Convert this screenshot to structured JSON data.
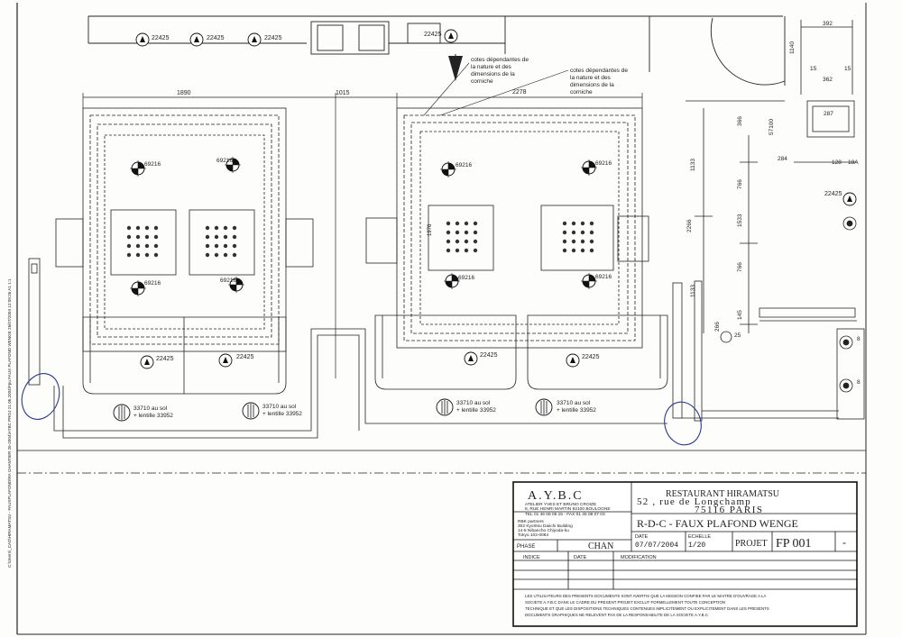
{
  "drawing": {
    "dims": {
      "d1890": "1890",
      "d2278": "2278",
      "d1015": "1015",
      "d392": "392",
      "d1140": "1140",
      "d15a": "15",
      "d15b": "15",
      "d362": "362",
      "d287": "287",
      "d366": "366",
      "d57100": "57100",
      "d284": "284",
      "d128": "128",
      "d18a": "18A",
      "d1133a": "1133",
      "d2266": "2266",
      "d1133b": "1133",
      "d766a": "766",
      "d1533": "1533",
      "d766b": "766",
      "d145": "145",
      "d25": "25",
      "d266": "266",
      "d1976": "1976",
      "d8a": "8",
      "d8b": "8"
    },
    "fixture_codes": {
      "light_22425": "22425",
      "light_69216": "69216",
      "floor_33710": "33710 au sol",
      "lentille_33952": "+ lentille 33952"
    },
    "notes": {
      "note_left_1": "cotes dépendantes de",
      "note_left_2": "la nature et des",
      "note_left_3": "dimensions de la",
      "note_left_4": "corniche",
      "note_right_1": "cotes dépendantes de",
      "note_right_2": "la nature et des",
      "note_right_3": "dimensions de la",
      "note_right_4": "corniche"
    },
    "file_path": "C:\\Users\\_CAD\\HIRAMATSU - FAUXPLAFOND\\RA CHANTIER 26-2004\\AYBC PROJ 21.06.2004\\Fpu FAUX PLAFOND WENGE 26/07/2004 12:09:26 A1 1:1"
  },
  "title_block": {
    "firm_name": "A.Y.B.C",
    "firm_line1": "ATELIER YVES ET BRUNO CROIZE",
    "firm_line2": "8, RUE HENRI MARTIN 92100 BOULOGNE",
    "firm_line3": "TEL 01 46 08 05 15 - FAX 01 46 08 07 03",
    "project_name": "RESTAURANT HIRAMATSU",
    "address_1": "52 , rue de Longchamp",
    "address_2": "75116 PARIS",
    "partner_1": "RBK partners",
    "partner_2": "302 Kyoritsu Daiichi Building",
    "partner_3": "14-5 Nibancho Chiyoda-ku",
    "partner_4": "Tokyo 102-0084",
    "drawing_title": "R-D-C - FAUX PLAFOND WENGE",
    "date_label": "DATE",
    "date_value": "07/07/2004",
    "scale_label": "ECHELLE",
    "scale_value": "1/20",
    "project_label": "PROJET",
    "project_code": "FP 001",
    "project_dash": "-",
    "phase_label": "PHASE",
    "phase_value": "CHAN",
    "indice_label": "INDICE",
    "rev_date_label": "DATE",
    "modification_label": "MODIFICATION",
    "disclaimer_1": "LES UTILISATEURS DES PRESENTS DOCUMENTS SONT AVERTIS QUE LA MISSION CONFIEE PAR LE MAITRE D'OUVRAGE A LA",
    "disclaimer_2": "SOCIETE A.Y.B.C DANS LE CADRE DU PRESENT PROJET EXCLUT FORMELLEMENT TOUTE CONCEPTION",
    "disclaimer_3": "TECHNIQUE ET QUE LES DISPOSITIONS TECHNIQUES CONTENUES IMPLICITEMENT OU EXPLICITEMENT DANS LES PRESENTS",
    "disclaimer_4": "DOCUMENTS GRAPHIQUES NE RELEVENT PAS DE LA RESPONSABILITE DE LA SOCIETE A.Y.B.C"
  },
  "colors": {
    "ink": "#1f1f1f",
    "pen": "#2b3a8f",
    "paper": "#fdfdfb"
  }
}
